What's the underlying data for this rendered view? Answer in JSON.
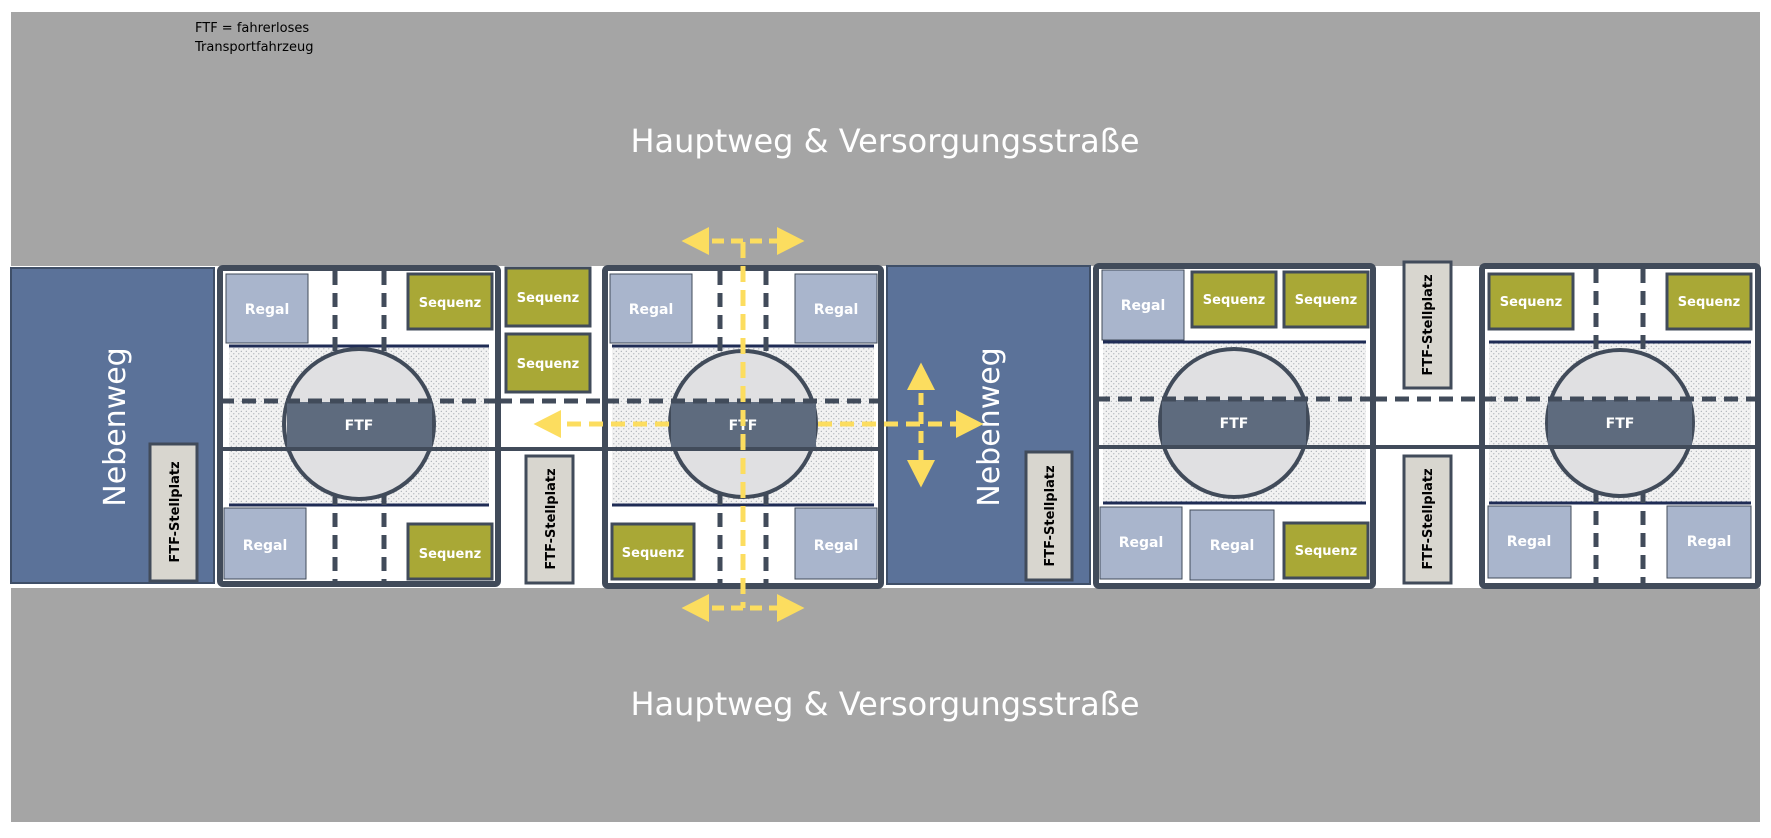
{
  "legend": {
    "line1": "FTF = fahrerloses",
    "line2": "Transportfahrzeug"
  },
  "main_road_label": "Hauptweg & Versorgungsstraße",
  "side_path_label": "Nebenweg",
  "rack_label": "Regal",
  "sequence_label": "Sequenz",
  "agv_label": "FTF",
  "parking_label": "FTF-Stellplatz",
  "colors": {
    "road": "#a5a5a5",
    "side_path": "#5b7299",
    "rack": "#a9b5cc",
    "sequence": "#a9a836",
    "parking": "#d8d6cf",
    "frame": "#414b5a",
    "agv": "#5e6b7e",
    "arrow": "#fcdd5f"
  }
}
